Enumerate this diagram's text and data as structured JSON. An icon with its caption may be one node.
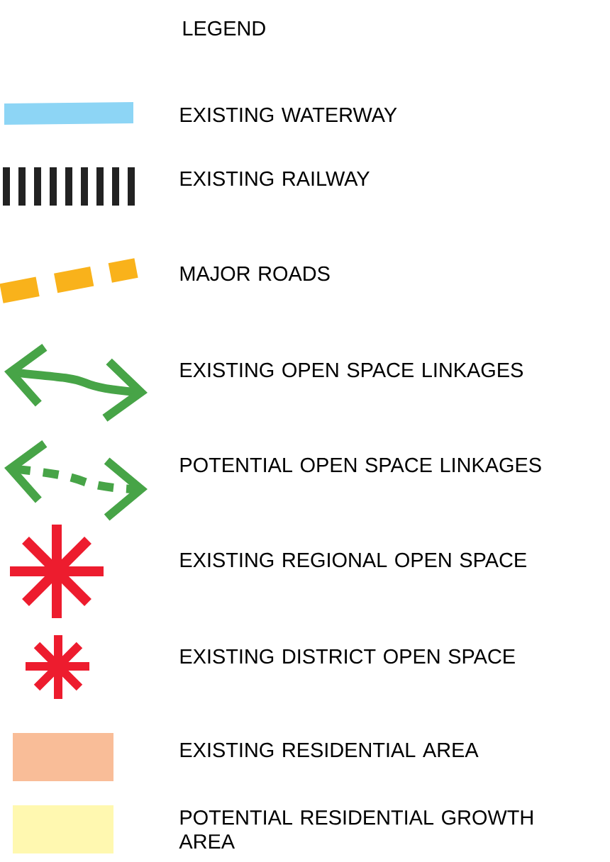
{
  "diagram": {
    "title": "LEGEND",
    "legend": [
      {
        "text": "EXISTING WATERWAY",
        "color": "#8dd5f5"
      },
      {
        "text": "EXISTING RAILWAY"
      },
      {
        "text": "MAJOR ROADS"
      },
      {
        "text": "EXISTING OPEN SPACE LINKAGES"
      },
      {
        "text": "POTENTIAL OPEN SPACE LINKAGES"
      },
      {
        "text": "EXISTING REGIONAL OPEN SPACE"
      },
      {
        "text": "EXISTING DISTRICT OPEN SPACE"
      },
      {
        "text": "EXISTING RESIDENTIAL AREA",
        "color": "#f9bd98"
      },
      {
        "text": "POTENTIAL RESIDENTIAL GROWTH AREA",
        "color": "#fff8b0"
      }
    ]
  }
}
